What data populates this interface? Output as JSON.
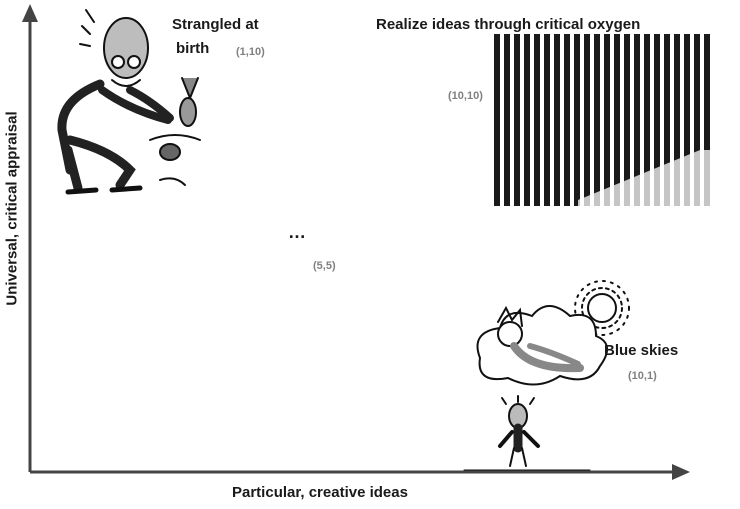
{
  "axes": {
    "x_label": "Particular, creative ideas",
    "y_label": "Universal, critical appraisal"
  },
  "points": {
    "top_left": {
      "label_line1": "Strangled at",
      "label_line2": "birth",
      "coord": "(1,10)"
    },
    "top_right": {
      "label": "Realize ideas through critical oxygen",
      "coord": "(10,10)"
    },
    "middle": {
      "label": "…",
      "coord": "(5,5)"
    },
    "bottom_right": {
      "label": "Blue skies",
      "coord": "(10,1)"
    }
  },
  "illustrations": {
    "strangling_man": "cartoon-man-strangling-bird",
    "striped_panel": "striped-cartoon-panel",
    "blue_skies": "cartoon-cloud-sun-man"
  }
}
